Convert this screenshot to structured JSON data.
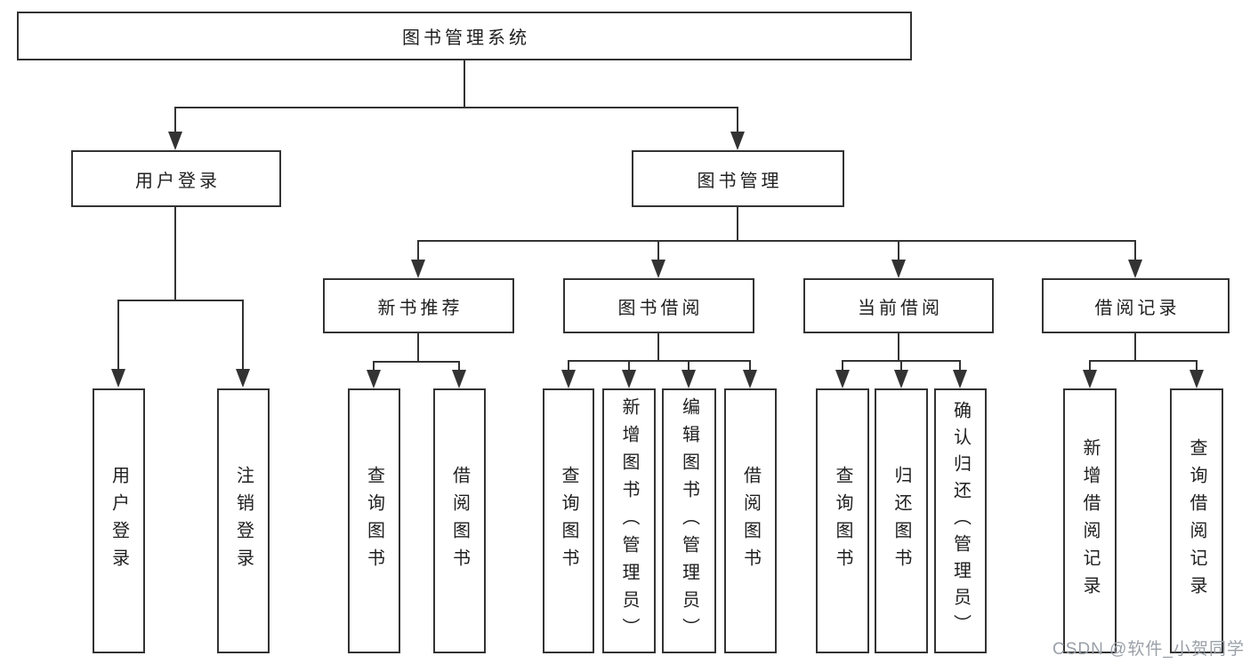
{
  "diagram": {
    "title": "图书管理系统",
    "root": {
      "label": "图书管理系统"
    },
    "level2": {
      "user_login": {
        "label": "用户登录"
      },
      "book_mgmt": {
        "label": "图书管理"
      }
    },
    "level3": {
      "new_books": {
        "label": "新书推荐"
      },
      "borrow": {
        "label": "图书借阅"
      },
      "current": {
        "label": "当前借阅"
      },
      "records": {
        "label": "借阅记录"
      }
    },
    "leaves": {
      "user_login_leaf": {
        "label": "用户登录"
      },
      "logout": {
        "label": "注销登录"
      },
      "nb_query": {
        "label": "查询图书"
      },
      "nb_borrow": {
        "label": "借阅图书"
      },
      "bb_query": {
        "label": "查询图书"
      },
      "bb_add": {
        "label": "新增图书（管理员）"
      },
      "bb_edit": {
        "label": "编辑图书（管理员）"
      },
      "bb_borrow": {
        "label": "借阅图书"
      },
      "cb_query": {
        "label": "查询图书"
      },
      "cb_return": {
        "label": "归还图书"
      },
      "cb_confirm": {
        "label": "确认归还（管理员）"
      },
      "rec_add": {
        "label": "新增借阅记录"
      },
      "rec_query": {
        "label": "查询借阅记录"
      }
    },
    "watermark": "CSDN @软件_小贺同学",
    "colors": {
      "line": "#333333",
      "text": "#1f1f1f",
      "background": "#ffffff",
      "watermark": "#9aa0a8"
    }
  }
}
